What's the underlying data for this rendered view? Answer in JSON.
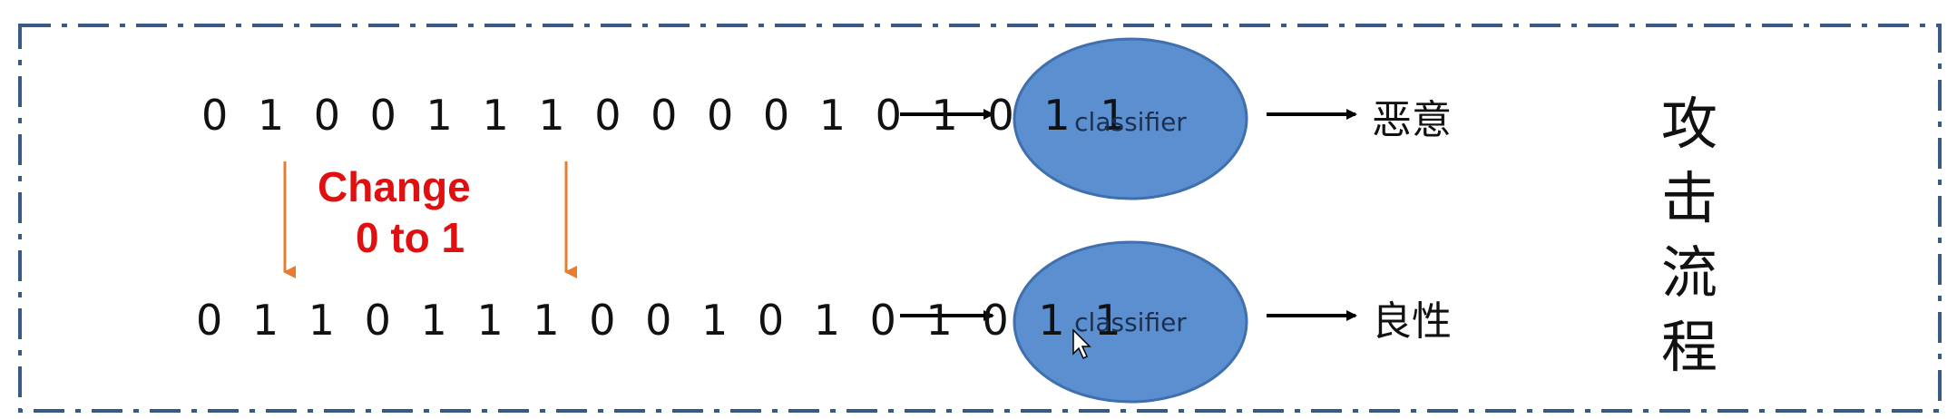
{
  "diagram": {
    "top_row": {
      "bits": "0 1 0 0 1 1 1 0 0 0 0 1 0 1 0 1 1",
      "node_label": "classifier",
      "result": "恶意"
    },
    "annotation": {
      "line1": "Change",
      "line2": "0 to 1"
    },
    "bottom_row": {
      "bits": "0 1 1 0 1 1 1 0 0 1 0 1 0 1 0 1 1",
      "node_label": "classifier",
      "result": "良性"
    },
    "side_title": [
      "攻",
      "击",
      "流",
      "程"
    ]
  },
  "colors": {
    "ellipse_fill": "#5b8fd0",
    "ellipse_stroke": "#3f6fae",
    "annotation_text": "#e01010",
    "change_arrow": "#e87d2f",
    "frame_dash": "#3a5a86"
  }
}
